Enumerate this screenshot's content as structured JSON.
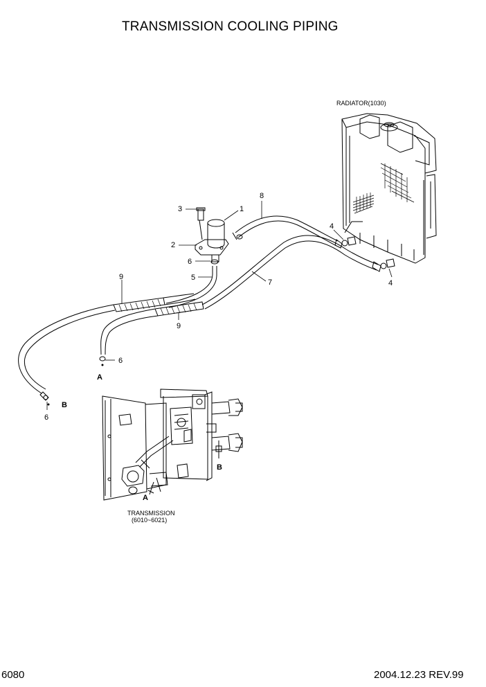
{
  "title": "TRANSMISSION COOLING PIPING",
  "page_number": "6080",
  "revision": "2004.12.23 REV.99",
  "radiator_label": "RADIATOR(1030)",
  "transmission_label": "TRANSMISSION",
  "transmission_range": "(6010~6021)",
  "callouts": {
    "c1": "1",
    "c2": "2",
    "c3": "3",
    "c4a": "4",
    "c4b": "4",
    "c5": "5",
    "c6a": "6",
    "c6b": "6",
    "c6c": "6",
    "c7": "7",
    "c8": "8",
    "c9a": "9",
    "c9b": "9"
  },
  "connection_refs": {
    "a_upper": "A",
    "b_upper": "B",
    "a_lower": "A",
    "b_lower": "B"
  }
}
